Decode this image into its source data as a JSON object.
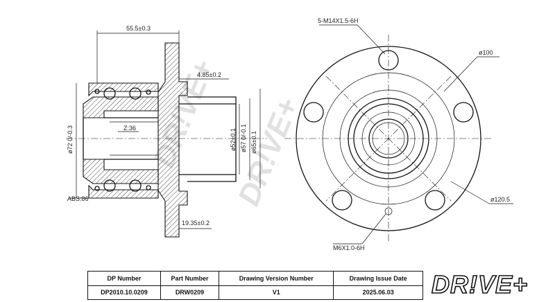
{
  "dimensions": {
    "flange_width": "55.5±0.3",
    "flange_thickness": "4.85±0.2",
    "pilot_length": "19.35±0.2",
    "bearing_od": "ø72 0/-0.3",
    "pilot_d52": "ø52±0.1",
    "pilot_d57": "ø57 0/-0.1",
    "pilot_d65": "ø65±0.1",
    "spline_teeth": "Z:36",
    "abs_ring": "ABS:86",
    "stud_thread": "5-M14X1.5-6H",
    "bolt_circle": "ø100",
    "flange_od": "ø120.5",
    "screw_thread": "M6X1.0-6H"
  },
  "title_block": {
    "headers": [
      "DP Number",
      "Part Number",
      "Drawing Version Number",
      "Drawing Issue Date"
    ],
    "values": [
      "DP2010.10.0209",
      "DRW0209",
      "V1",
      "2025.06.03"
    ]
  },
  "brand": {
    "logo": "DR!VE+",
    "watermark": "DR!VE+",
    "color": "#111111"
  }
}
